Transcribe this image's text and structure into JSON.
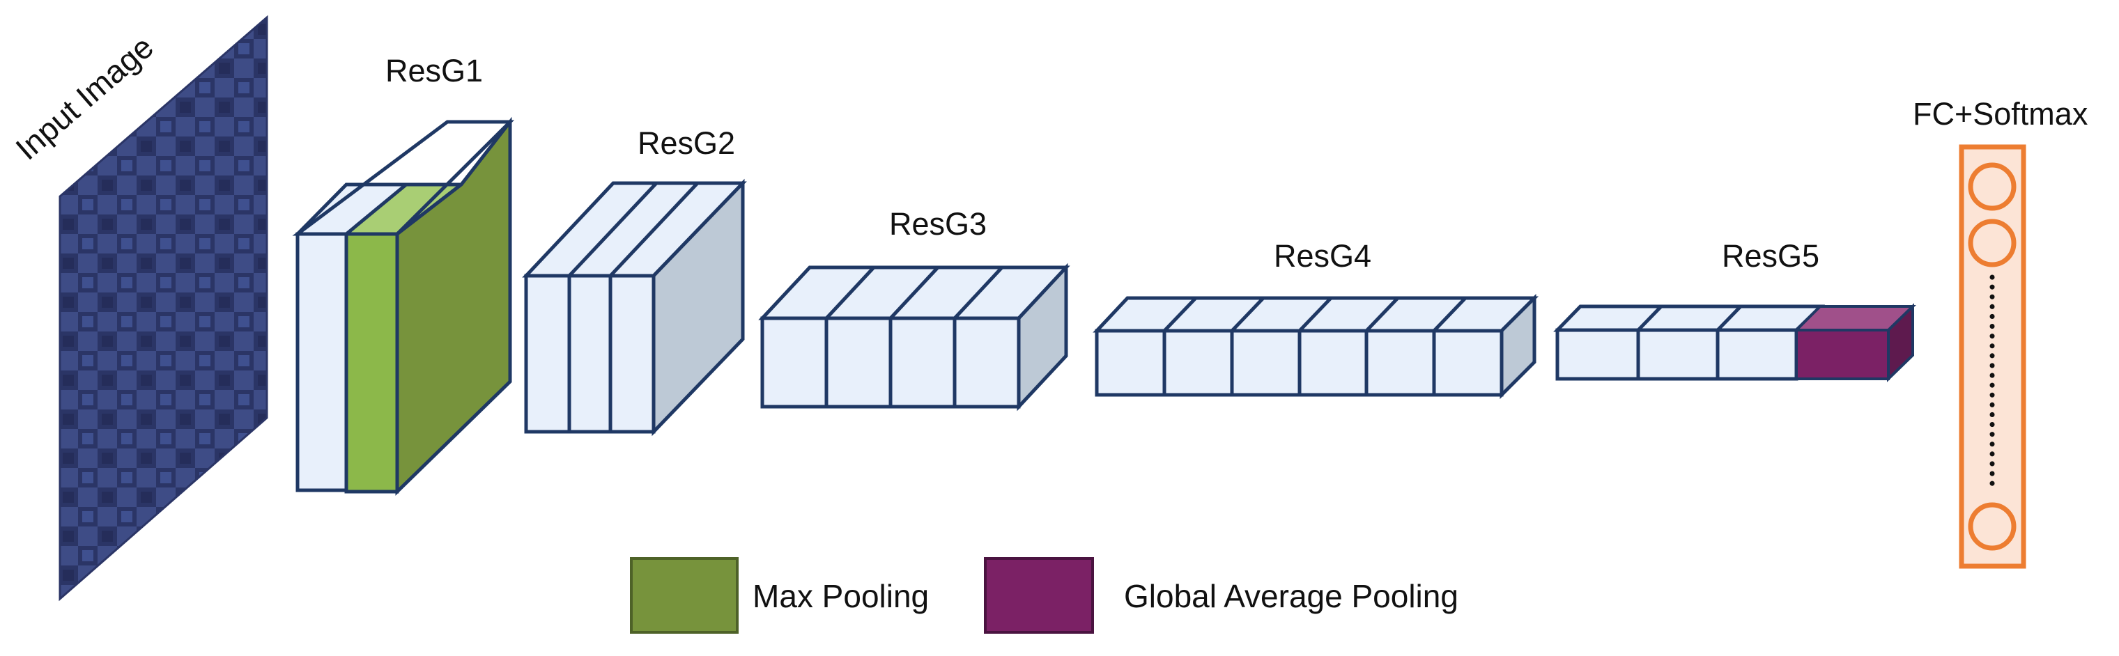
{
  "diagram": {
    "input_label": "Input Image",
    "stages": [
      {
        "label": "ResG1"
      },
      {
        "label": "ResG2"
      },
      {
        "label": "ResG3"
      },
      {
        "label": "ResG4"
      },
      {
        "label": "ResG5"
      }
    ],
    "output_label": "FC+Softmax",
    "legend": [
      {
        "label": "Max Pooling",
        "color": "#77933C"
      },
      {
        "label": "Global Average Pooling",
        "color": "#7B2165"
      }
    ]
  },
  "colors": {
    "block_fill": "#E8F0FB",
    "block_stroke": "#1F3864",
    "block_side": "#BDC9D6",
    "max_pool_front": "#8CB84A",
    "max_pool_top": "#A9CE74",
    "max_pool_side": "#6E9234",
    "gap_front": "#7B2165",
    "gap_top": "#A0508A",
    "gap_side": "#5E1A4E",
    "fc_fill": "#FCE4D6",
    "fc_stroke": "#ED7D31",
    "input_base": "#3D4A7A"
  }
}
